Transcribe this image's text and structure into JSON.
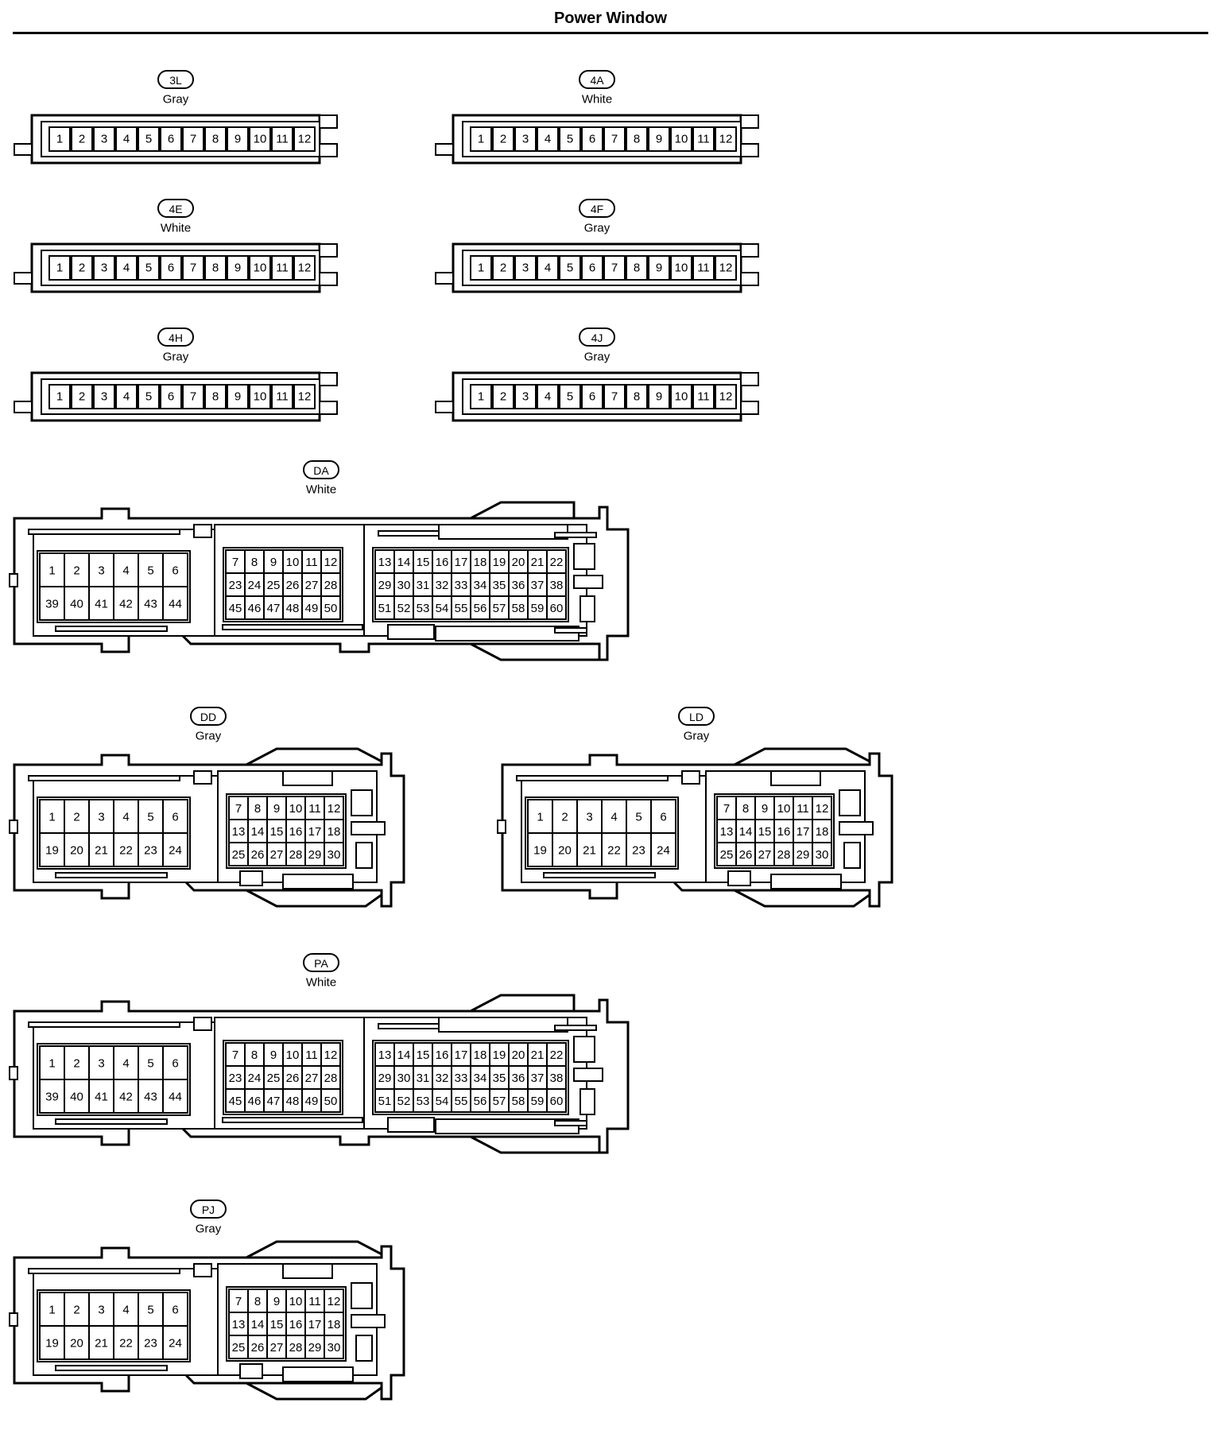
{
  "title": "Power Window",
  "connectors": [
    {
      "id": "3L",
      "color": "Gray",
      "type": "strip12",
      "pins": [
        "1",
        "2",
        "3",
        "4",
        "5",
        "6",
        "7",
        "8",
        "9",
        "10",
        "11",
        "12"
      ]
    },
    {
      "id": "4A",
      "color": "White",
      "type": "strip12",
      "pins": [
        "1",
        "2",
        "3",
        "4",
        "5",
        "6",
        "7",
        "8",
        "9",
        "10",
        "11",
        "12"
      ]
    },
    {
      "id": "4E",
      "color": "White",
      "type": "strip12",
      "pins": [
        "1",
        "2",
        "3",
        "4",
        "5",
        "6",
        "7",
        "8",
        "9",
        "10",
        "11",
        "12"
      ]
    },
    {
      "id": "4F",
      "color": "Gray",
      "type": "strip12",
      "pins": [
        "1",
        "2",
        "3",
        "4",
        "5",
        "6",
        "7",
        "8",
        "9",
        "10",
        "11",
        "12"
      ]
    },
    {
      "id": "4H",
      "color": "Gray",
      "type": "strip12",
      "pins": [
        "1",
        "2",
        "3",
        "4",
        "5",
        "6",
        "7",
        "8",
        "9",
        "10",
        "11",
        "12"
      ]
    },
    {
      "id": "4J",
      "color": "Gray",
      "type": "strip12",
      "pins": [
        "1",
        "2",
        "3",
        "4",
        "5",
        "6",
        "7",
        "8",
        "9",
        "10",
        "11",
        "12"
      ]
    },
    {
      "id": "DA",
      "color": "White",
      "type": "block60",
      "blocks": [
        [
          [
            "1",
            "2",
            "3",
            "4",
            "5",
            "6"
          ],
          [
            "39",
            "40",
            "41",
            "42",
            "43",
            "44"
          ]
        ],
        [
          [
            "7",
            "8",
            "9",
            "10",
            "11",
            "12"
          ],
          [
            "23",
            "24",
            "25",
            "26",
            "27",
            "28"
          ],
          [
            "45",
            "46",
            "47",
            "48",
            "49",
            "50"
          ]
        ],
        [
          [
            "13",
            "14",
            "15",
            "16",
            "17",
            "18",
            "19",
            "20",
            "21",
            "22"
          ],
          [
            "29",
            "30",
            "31",
            "32",
            "33",
            "34",
            "35",
            "36",
            "37",
            "38"
          ],
          [
            "51",
            "52",
            "53",
            "54",
            "55",
            "56",
            "57",
            "58",
            "59",
            "60"
          ]
        ]
      ]
    },
    {
      "id": "DD",
      "color": "Gray",
      "type": "block30",
      "blocks": [
        [
          [
            "1",
            "2",
            "3",
            "4",
            "5",
            "6"
          ],
          [
            "19",
            "20",
            "21",
            "22",
            "23",
            "24"
          ]
        ],
        [
          [
            "7",
            "8",
            "9",
            "10",
            "11",
            "12"
          ],
          [
            "13",
            "14",
            "15",
            "16",
            "17",
            "18"
          ],
          [
            "25",
            "26",
            "27",
            "28",
            "29",
            "30"
          ]
        ]
      ]
    },
    {
      "id": "LD",
      "color": "Gray",
      "type": "block30",
      "blocks": [
        [
          [
            "1",
            "2",
            "3",
            "4",
            "5",
            "6"
          ],
          [
            "19",
            "20",
            "21",
            "22",
            "23",
            "24"
          ]
        ],
        [
          [
            "7",
            "8",
            "9",
            "10",
            "11",
            "12"
          ],
          [
            "13",
            "14",
            "15",
            "16",
            "17",
            "18"
          ],
          [
            "25",
            "26",
            "27",
            "28",
            "29",
            "30"
          ]
        ]
      ]
    },
    {
      "id": "PA",
      "color": "White",
      "type": "block60",
      "blocks": [
        [
          [
            "1",
            "2",
            "3",
            "4",
            "5",
            "6"
          ],
          [
            "39",
            "40",
            "41",
            "42",
            "43",
            "44"
          ]
        ],
        [
          [
            "7",
            "8",
            "9",
            "10",
            "11",
            "12"
          ],
          [
            "23",
            "24",
            "25",
            "26",
            "27",
            "28"
          ],
          [
            "45",
            "46",
            "47",
            "48",
            "49",
            "50"
          ]
        ],
        [
          [
            "13",
            "14",
            "15",
            "16",
            "17",
            "18",
            "19",
            "20",
            "21",
            "22"
          ],
          [
            "29",
            "30",
            "31",
            "32",
            "33",
            "34",
            "35",
            "36",
            "37",
            "38"
          ],
          [
            "51",
            "52",
            "53",
            "54",
            "55",
            "56",
            "57",
            "58",
            "59",
            "60"
          ]
        ]
      ]
    },
    {
      "id": "PJ",
      "color": "Gray",
      "type": "block30",
      "blocks": [
        [
          [
            "1",
            "2",
            "3",
            "4",
            "5",
            "6"
          ],
          [
            "19",
            "20",
            "21",
            "22",
            "23",
            "24"
          ]
        ],
        [
          [
            "7",
            "8",
            "9",
            "10",
            "11",
            "12"
          ],
          [
            "13",
            "14",
            "15",
            "16",
            "17",
            "18"
          ],
          [
            "25",
            "26",
            "27",
            "28",
            "29",
            "30"
          ]
        ]
      ]
    }
  ]
}
